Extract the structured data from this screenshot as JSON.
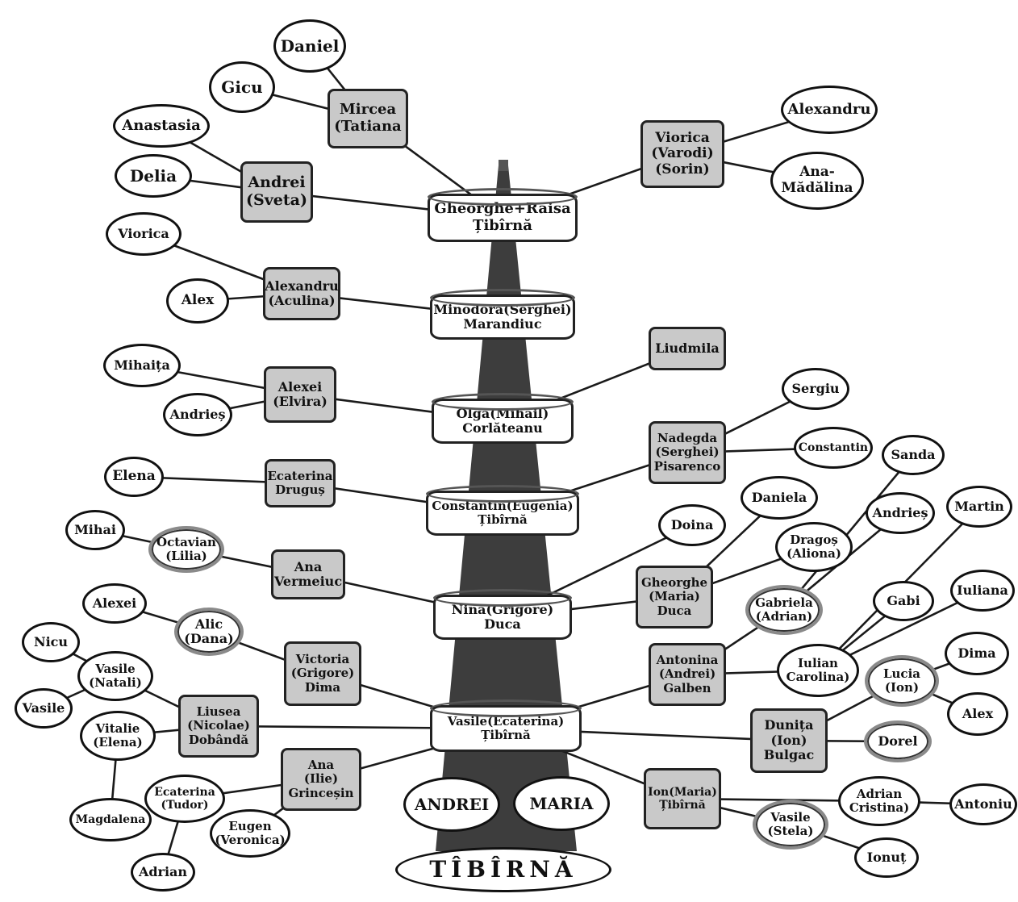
{
  "diagram": {
    "surname_base": "TÎBÎRNĂ",
    "founders": [
      "ANDREI",
      "MARIA"
    ],
    "nodes": [
      {
        "id": "n0",
        "label": "Daniel"
      },
      {
        "id": "n1",
        "label": "Gicu"
      },
      {
        "id": "n2",
        "label": "Mircea\n(Tatiana"
      },
      {
        "id": "n3",
        "label": "Anastasia"
      },
      {
        "id": "n4",
        "label": "Delia"
      },
      {
        "id": "n5",
        "label": "Andrei\n(Sveta)"
      },
      {
        "id": "n6",
        "label": "Gheorghe+Raisa\nȚibîrnă"
      },
      {
        "id": "n7",
        "label": "Viorica\n(Varodi)\n(Sorin)"
      },
      {
        "id": "n8",
        "label": "Alexandru"
      },
      {
        "id": "n9",
        "label": "Ana-\nMădălina"
      },
      {
        "id": "n10",
        "label": "Viorica"
      },
      {
        "id": "n11",
        "label": "Alex"
      },
      {
        "id": "n12",
        "label": "Alexandru\n(Aculina)"
      },
      {
        "id": "n13",
        "label": "Minodora(Serghei)\nMarandiuc"
      },
      {
        "id": "n14",
        "label": "Liudmila"
      },
      {
        "id": "n15",
        "label": "Mihaița"
      },
      {
        "id": "n16",
        "label": "Andrieș"
      },
      {
        "id": "n17",
        "label": "Alexei\n(Elvira)"
      },
      {
        "id": "n18",
        "label": "Olga(Mihail)\nCorlăteanu"
      },
      {
        "id": "n19",
        "label": "Sergiu"
      },
      {
        "id": "n20",
        "label": "Nadegda\n(Serghei)\nPisarenco"
      },
      {
        "id": "n21",
        "label": "Constantin"
      },
      {
        "id": "n22",
        "label": "Sanda"
      },
      {
        "id": "n23",
        "label": "Elena"
      },
      {
        "id": "n24",
        "label": "Ecaterina\nDruguș"
      },
      {
        "id": "n25",
        "label": "Constantin(Eugenia)\nȚibîrnă"
      },
      {
        "id": "n26",
        "label": "Daniela"
      },
      {
        "id": "n27",
        "label": "Andrieș"
      },
      {
        "id": "n28",
        "label": "Martin"
      },
      {
        "id": "n29",
        "label": "Mihai"
      },
      {
        "id": "n30",
        "label": "Octavian\n(Lilia)"
      },
      {
        "id": "n31",
        "label": "Ana\nVermeiuc"
      },
      {
        "id": "n32",
        "label": "Doina"
      },
      {
        "id": "n33",
        "label": "Dragoș\n(Aliona)"
      },
      {
        "id": "n34",
        "label": "Alexei"
      },
      {
        "id": "n35",
        "label": "Alic\n(Dana)"
      },
      {
        "id": "n36",
        "label": "Nina(Grigore)\nDuca"
      },
      {
        "id": "n37",
        "label": "Gheorghe\n(Maria)\nDuca"
      },
      {
        "id": "n38",
        "label": "Gabriela\n(Adrian)"
      },
      {
        "id": "n39",
        "label": "Gabi"
      },
      {
        "id": "n40",
        "label": "Iuliana"
      },
      {
        "id": "n41",
        "label": "Nicu"
      },
      {
        "id": "n42",
        "label": "Vasile\n(Natali)"
      },
      {
        "id": "n43",
        "label": "Victoria\n(Grigore)\nDima"
      },
      {
        "id": "n44",
        "label": "Antonina\n(Andrei)\nGalben"
      },
      {
        "id": "n45",
        "label": "Iulian\nCarolina)"
      },
      {
        "id": "n46",
        "label": "Lucia\n(Ion)"
      },
      {
        "id": "n47",
        "label": "Dima"
      },
      {
        "id": "n48",
        "label": "Vasile"
      },
      {
        "id": "n49",
        "label": "Vitalie\n(Elena)"
      },
      {
        "id": "n50",
        "label": "Liusea\n(Nicolae)\nDobândă"
      },
      {
        "id": "n51",
        "label": "Vasile(Ecaterina)\nȚibîrnă"
      },
      {
        "id": "n52",
        "label": "Dunița\n(Ion)\nBulgac"
      },
      {
        "id": "n53",
        "label": "Alex"
      },
      {
        "id": "n54",
        "label": "Dorel"
      },
      {
        "id": "n55",
        "label": "Ecaterina\n(Tudor)"
      },
      {
        "id": "n56",
        "label": "Ana\n(Ilie)\nGrinceșin"
      },
      {
        "id": "n57",
        "label": "Ion(Maria)\nȚibîrnă"
      },
      {
        "id": "n58",
        "label": "Adrian\nCristina)"
      },
      {
        "id": "n59",
        "label": "Antoniu"
      },
      {
        "id": "n60",
        "label": "Magdalena"
      },
      {
        "id": "n61",
        "label": "Eugen\n(Veronica)"
      },
      {
        "id": "n62",
        "label": "Vasile\n(Stela)"
      },
      {
        "id": "n63",
        "label": "Adrian"
      },
      {
        "id": "n64",
        "label": "Ionuț"
      }
    ],
    "edges": [
      [
        "n0",
        "n2"
      ],
      [
        "n1",
        "n2"
      ],
      [
        "n2",
        "n6"
      ],
      [
        "n3",
        "n5"
      ],
      [
        "n4",
        "n5"
      ],
      [
        "n5",
        "n6"
      ],
      [
        "n6",
        "n7"
      ],
      [
        "n7",
        "n8"
      ],
      [
        "n7",
        "n9"
      ],
      [
        "n10",
        "n12"
      ],
      [
        "n11",
        "n12"
      ],
      [
        "n12",
        "n13"
      ],
      [
        "n15",
        "n17"
      ],
      [
        "n16",
        "n17"
      ],
      [
        "n17",
        "n18"
      ],
      [
        "n18",
        "n14"
      ],
      [
        "n23",
        "n24"
      ],
      [
        "n24",
        "n25"
      ],
      [
        "n25",
        "n20"
      ],
      [
        "n20",
        "n19"
      ],
      [
        "n20",
        "n21"
      ],
      [
        "n29",
        "n30"
      ],
      [
        "n30",
        "n31"
      ],
      [
        "n31",
        "n36"
      ],
      [
        "n36",
        "n32"
      ],
      [
        "n36",
        "n37"
      ],
      [
        "n37",
        "n26"
      ],
      [
        "n37",
        "n33"
      ],
      [
        "n34",
        "n35"
      ],
      [
        "n35",
        "n43"
      ],
      [
        "n43",
        "n51"
      ],
      [
        "n41",
        "n42"
      ],
      [
        "n48",
        "n42"
      ],
      [
        "n42",
        "n50"
      ],
      [
        "n49",
        "n50"
      ],
      [
        "n50",
        "n51"
      ],
      [
        "n49",
        "n60"
      ],
      [
        "n56",
        "n51"
      ],
      [
        "n55",
        "n56"
      ],
      [
        "n61",
        "n56"
      ],
      [
        "n63",
        "n55"
      ],
      [
        "n51",
        "n44"
      ],
      [
        "n44",
        "n38"
      ],
      [
        "n44",
        "n45"
      ],
      [
        "n38",
        "n22"
      ],
      [
        "n38",
        "n27"
      ],
      [
        "n45",
        "n28"
      ],
      [
        "n45",
        "n39"
      ],
      [
        "n45",
        "n40"
      ],
      [
        "n51",
        "n52"
      ],
      [
        "n52",
        "n46"
      ],
      [
        "n52",
        "n54"
      ],
      [
        "n46",
        "n47"
      ],
      [
        "n46",
        "n53"
      ],
      [
        "n51",
        "n57"
      ],
      [
        "n57",
        "n58"
      ],
      [
        "n58",
        "n59"
      ],
      [
        "n57",
        "n62"
      ],
      [
        "n62",
        "n64"
      ]
    ]
  }
}
